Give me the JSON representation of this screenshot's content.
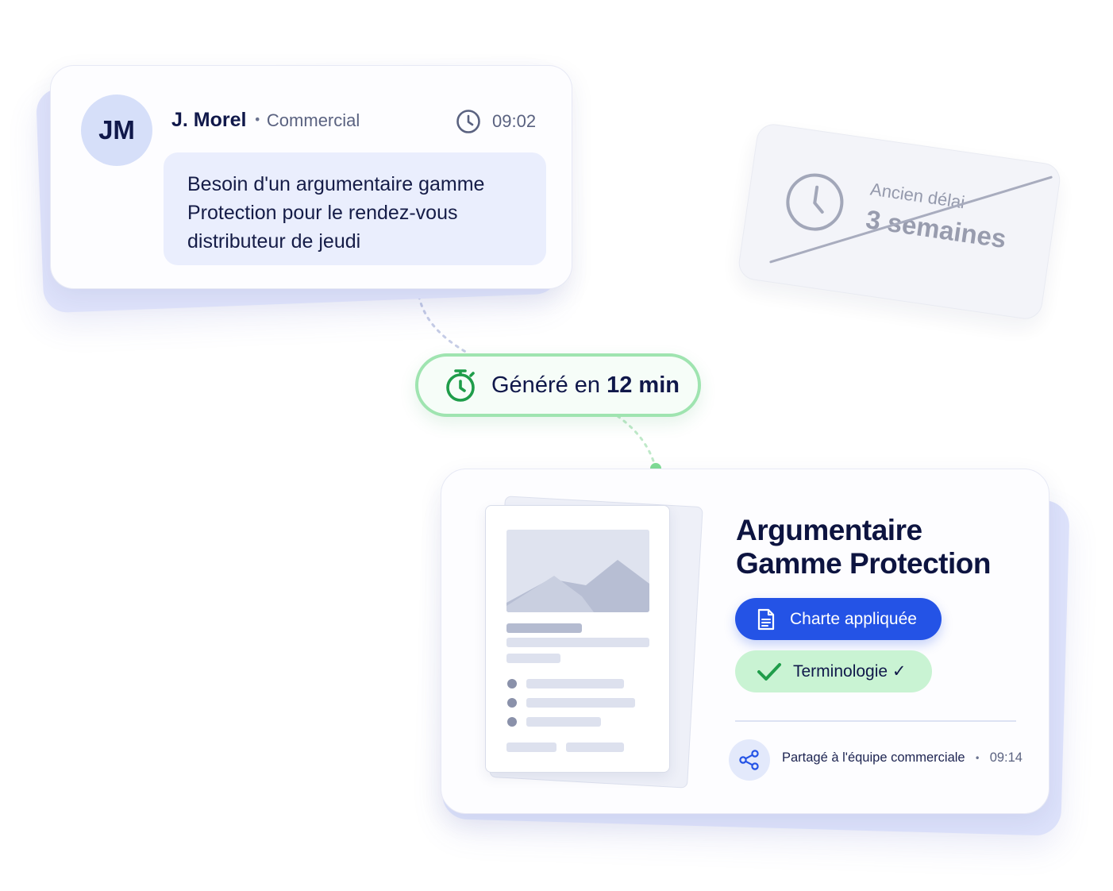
{
  "message": {
    "avatar_initials": "JM",
    "author_name": "J. Morel",
    "separator": "•",
    "author_role": "Commercial",
    "time": "09:02",
    "text": "Besoin d'un argumentaire gamme Protection pour le rendez-vous distributeur de jeudi"
  },
  "old_delay": {
    "label": "Ancien délai",
    "value": "3 semaines"
  },
  "generated": {
    "prefix": "Généré en",
    "duration": "12 min"
  },
  "result": {
    "title_line1": "Argumentaire",
    "title_line2": "Gamme Protection",
    "charter_label": "Charte appliquée",
    "terminology_label": "Terminologie ✓",
    "shared_text": "Partagé à l'équipe commerciale",
    "separator": "•",
    "shared_time": "09:14"
  },
  "icons": {
    "clock": "clock-icon",
    "stopwatch": "stopwatch-icon",
    "document": "document-icon",
    "check": "check-icon",
    "share": "share-icon",
    "image_placeholder": "image-placeholder-icon"
  },
  "colors": {
    "accent_blue": "#2453e6",
    "success_green": "#1f9d4a",
    "success_bg": "#c9f3d3",
    "pill_border": "#9fe4b0",
    "card_back": "#dfe3fb",
    "text_dark": "#10184a"
  }
}
